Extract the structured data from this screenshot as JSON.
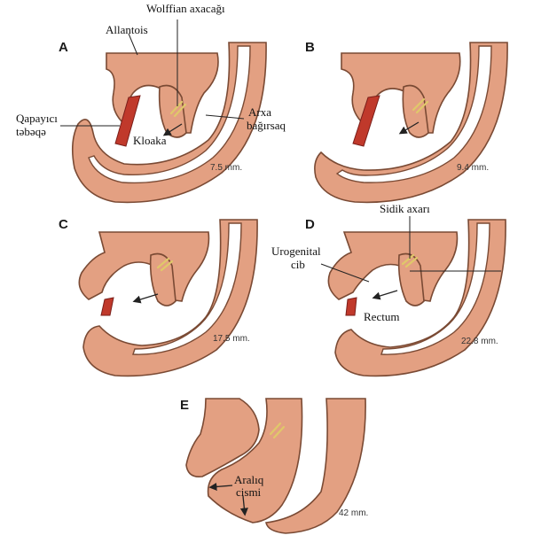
{
  "panels": [
    {
      "letter": "A",
      "size": "7.5 mm."
    },
    {
      "letter": "B",
      "size": "9.4 mm."
    },
    {
      "letter": "C",
      "size": "17.5 mm."
    },
    {
      "letter": "D",
      "size": "22.8 mm."
    },
    {
      "letter": "E",
      "size": "42 mm."
    }
  ],
  "labels": {
    "wolffian": "Wolffian axacağı",
    "allantois": "Allantois",
    "qapayici_1": "Qapayıcı",
    "qapayici_2": "təbəqə",
    "kloaka": "Kloaka",
    "arxa_1": "Arxa",
    "arxa_2": "bağırsaq",
    "sidik": "Sidik axarı",
    "urogenital_1": "Urogenital",
    "urogenital_2": "cib",
    "rectum": "Rectum",
    "araliq_1": "Aralıq",
    "araliq_2": "cismi"
  },
  "colors": {
    "tissue": "#e3a082",
    "outline": "#7a4a34",
    "cloacal_membrane": "#c0392b",
    "mesonephric_duct": "#e0c86a"
  }
}
